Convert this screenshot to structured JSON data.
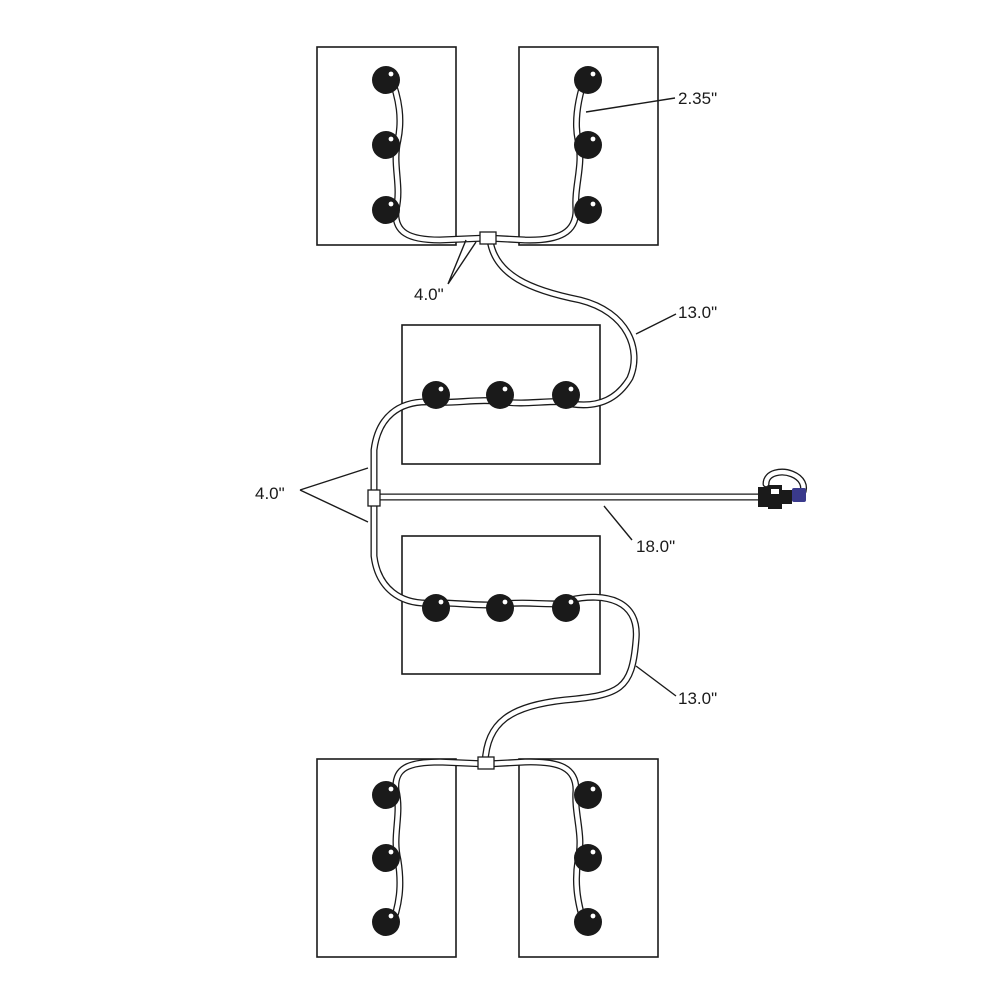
{
  "dimensions": {
    "top_jumper": "2.35\"",
    "top_tee": "4.0\"",
    "upper_run": "13.0\"",
    "middle_tee": "4.0\"",
    "fill_line": "18.0\"",
    "lower_run": "13.0\""
  },
  "colors": {
    "line": "#1a1a1a",
    "background": "#ffffff",
    "fill_connector": "#3a3a8c"
  },
  "icons": {
    "cell_cap": "battery-watering-cap-icon",
    "tee_fitting": "tee-fitting-icon",
    "fill_connector": "quick-connect-fill-icon"
  }
}
